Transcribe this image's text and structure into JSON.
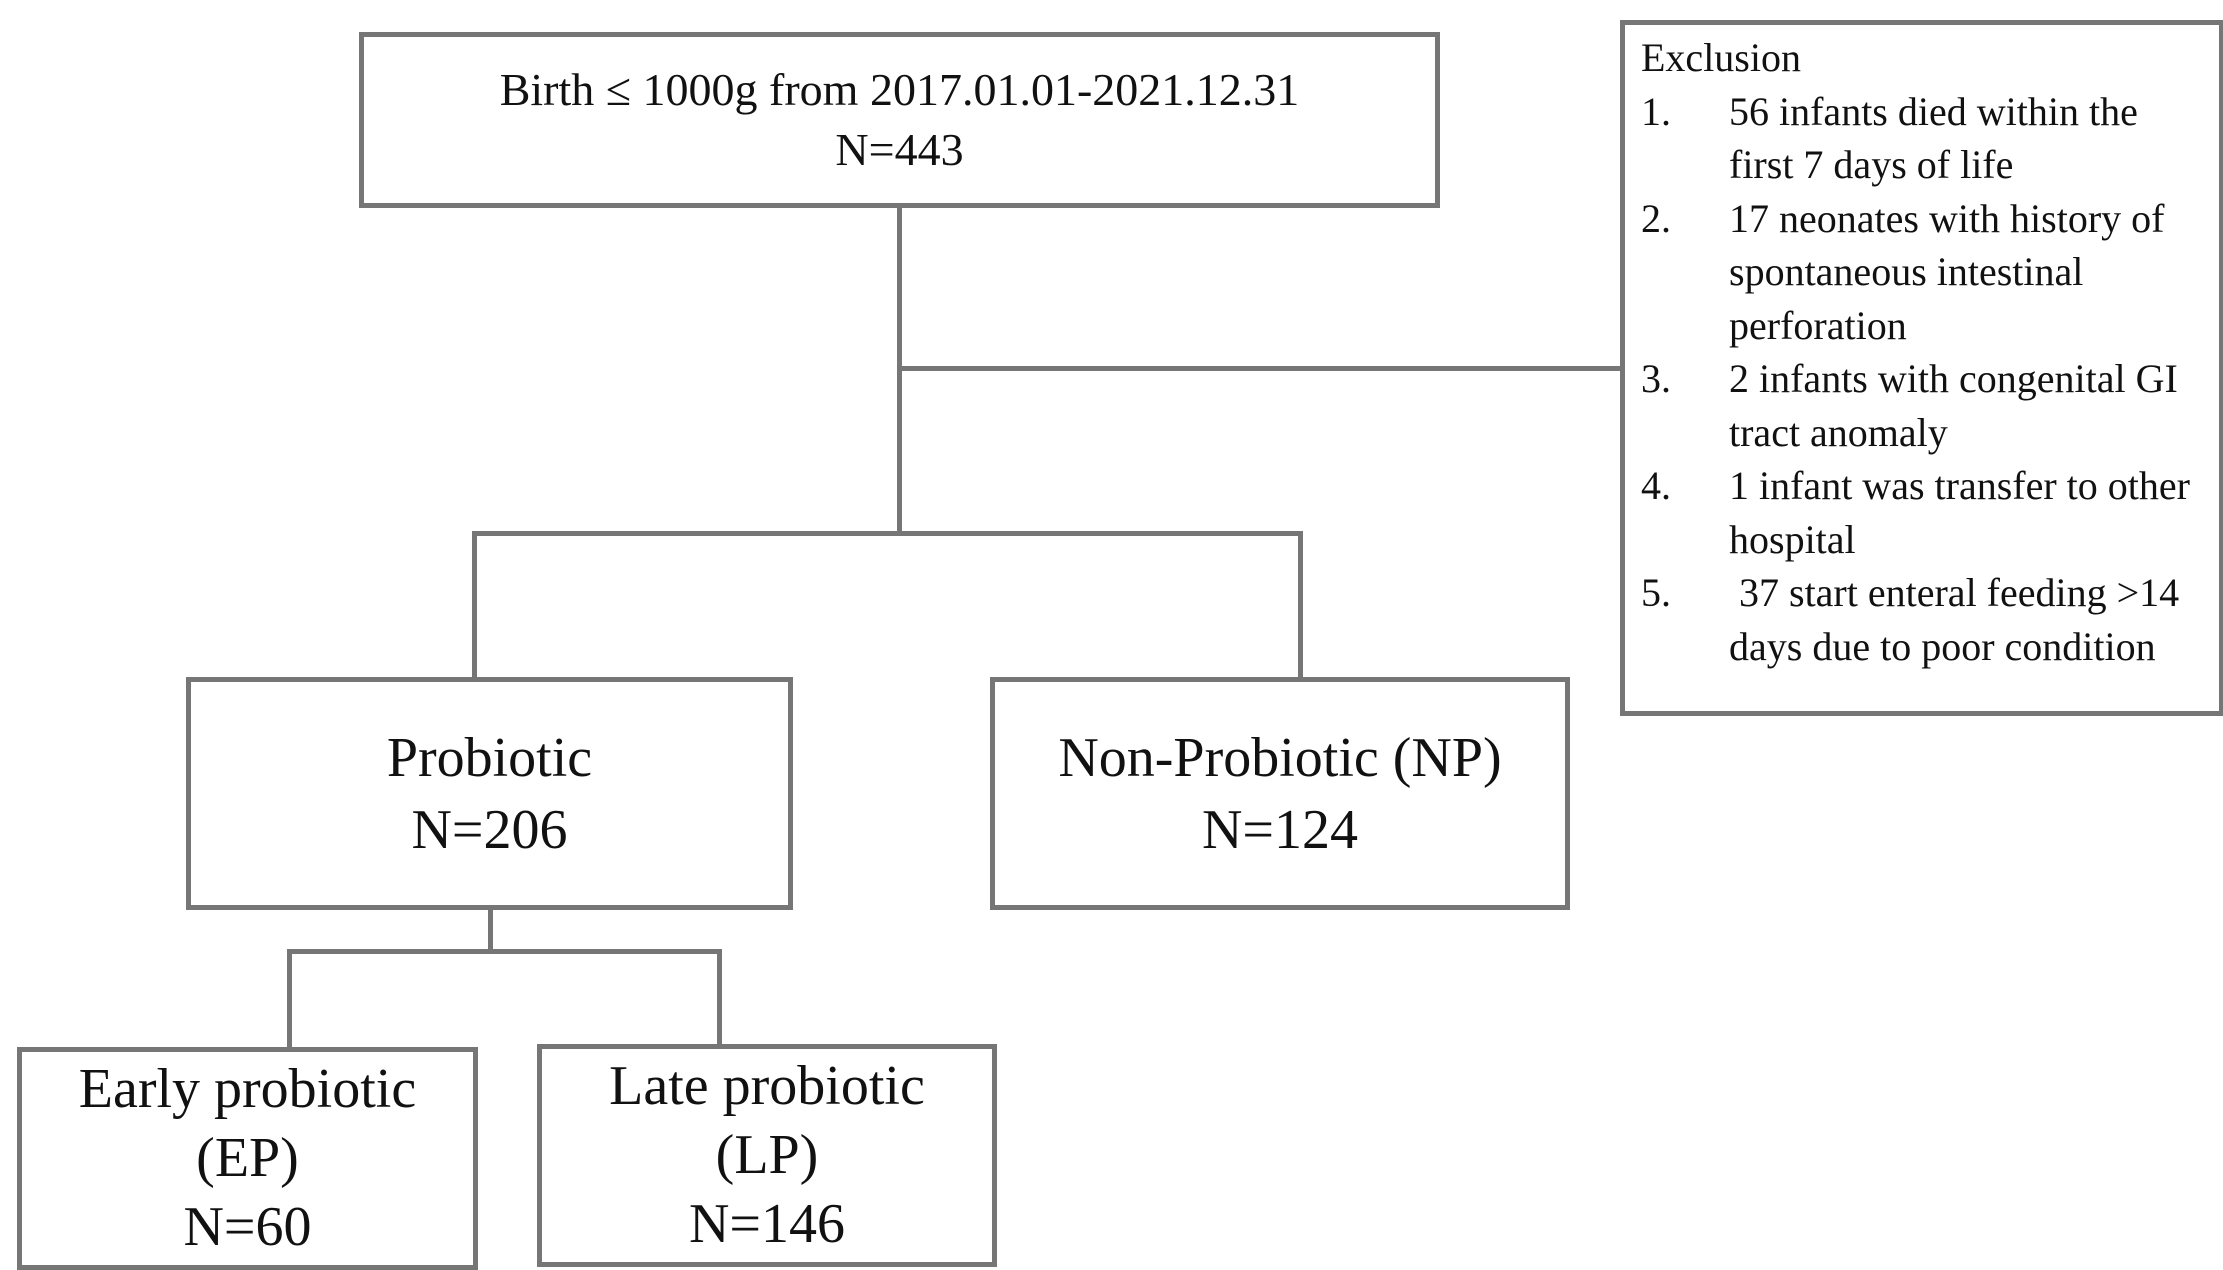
{
  "flowchart": {
    "root": {
      "line1": "Birth ≤ 1000g from 2017.01.01-2021.12.31",
      "line2": "N=443"
    },
    "exclusion": {
      "title": "Exclusion",
      "items": [
        {
          "num": "1.",
          "text": "56 infants died within the first 7 days of life"
        },
        {
          "num": "2.",
          "text": "17 neonates with history of spontaneous intestinal perforation"
        },
        {
          "num": "3.",
          "text": "2 infants with congenital GI tract anomaly"
        },
        {
          "num": "4.",
          "text": "1 infant was transfer to other hospital"
        },
        {
          "num": "5.",
          "text": " 37 start enteral feeding >14 days due to poor condition"
        }
      ]
    },
    "probiotic": {
      "line1": "Probiotic",
      "line2": "N=206"
    },
    "non_probiotic": {
      "line1": "Non-Probiotic (NP)",
      "line2": "N=124"
    },
    "early": {
      "line1": "Early probiotic",
      "line2": "(EP)",
      "line3": "N=60"
    },
    "late": {
      "line1": "Late probiotic",
      "line2": "(LP)",
      "line3": "N=146"
    }
  }
}
